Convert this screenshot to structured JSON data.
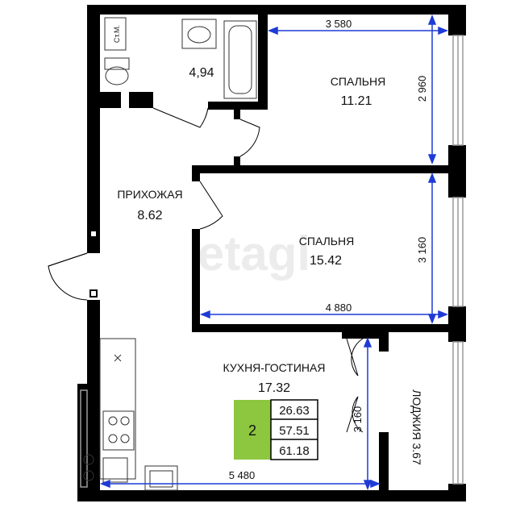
{
  "watermark": "etagi",
  "rooms": {
    "bath_area": "4,94",
    "bath_label": "Ст.М.",
    "bedroom1_label": "СПАЛЬНЯ",
    "bedroom1_area": "11.21",
    "hall_label": "ПРИХОЖАЯ",
    "hall_area": "8.62",
    "bedroom2_label": "СПАЛЬНЯ",
    "bedroom2_area": "15.42",
    "kitchen_label": "КУХНЯ-ГОСТИНАЯ",
    "kitchen_area": "17.32",
    "loggia_label": "ЛОДЖИЯ 3.67"
  },
  "dimensions": {
    "bed1_width": "3 580",
    "bed1_height": "2 960",
    "bed2_width": "4 880",
    "bed2_height": "3 160",
    "kitchen_width": "5 480",
    "kitchen_height": "3 160"
  },
  "summary": {
    "rooms": "2",
    "living": "26.63",
    "total": "57.51",
    "with_loggia": "61.18",
    "accent_color": "#8dc63f"
  },
  "colors": {
    "wall": "#000000",
    "dimension": "#1f3bd6",
    "window": "#9a9a9a"
  }
}
